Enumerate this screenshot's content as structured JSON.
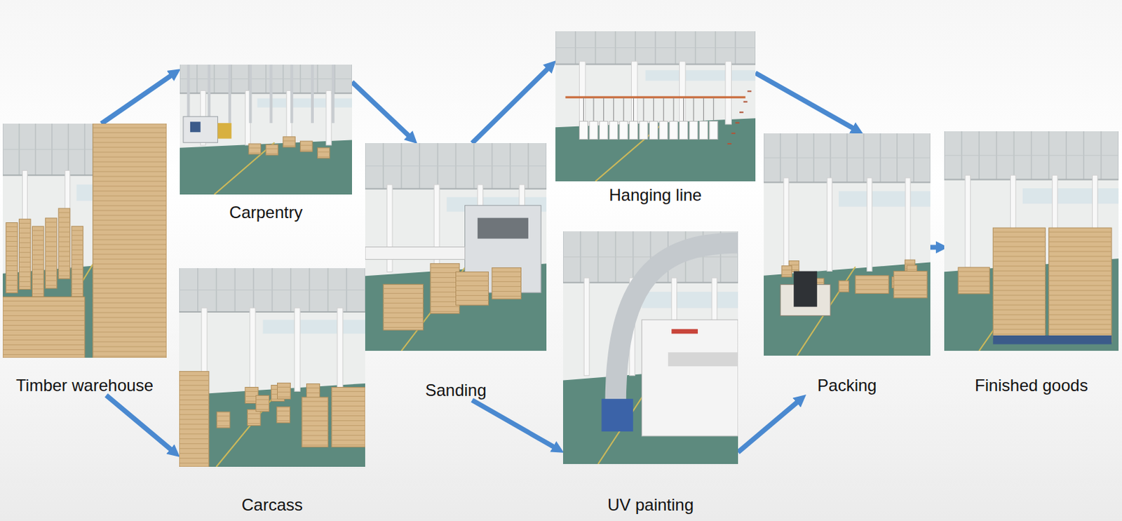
{
  "diagram": {
    "nodes": [
      {
        "text": [
          "Timber warehouse"
        ]
      },
      {
        "text": [
          "Carpentry"
        ]
      },
      {
        "text": [
          "Carcass"
        ]
      },
      {
        "text": [
          "Sanding"
        ]
      },
      {
        "text": [
          "Hanging line"
        ]
      },
      {
        "text": [
          "UV painting"
        ]
      },
      {
        "text": [
          "Packing"
        ]
      },
      {
        "text": [
          "Finished goods"
        ]
      }
    ],
    "edges": [
      {
        "from": 0,
        "to": 1,
        "arrow": "to"
      },
      {
        "from": 0,
        "to": 2,
        "arrow": "to"
      },
      {
        "from": 1,
        "to": 3,
        "arrow": "to"
      },
      {
        "from": 3,
        "to": 4,
        "arrow": "to"
      },
      {
        "from": 3,
        "to": 5,
        "arrow": "to"
      },
      {
        "from": 4,
        "to": 6,
        "arrow": "to"
      },
      {
        "from": 5,
        "to": 6,
        "arrow": "to"
      },
      {
        "from": 6,
        "to": 7,
        "arrow": "to"
      }
    ]
  }
}
